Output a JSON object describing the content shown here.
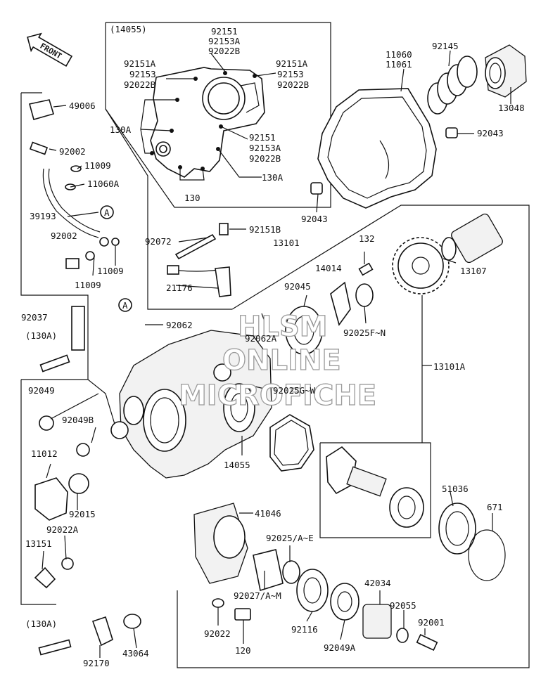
{
  "labels": {
    "l14055a": "(14055)",
    "l92151top": "92151",
    "l92153Atop": "92153A",
    "l92022Btop": "92022B",
    "l92151Aleft": "92151A",
    "l92153left": "92153",
    "l92022Bleft": "92022B",
    "l92151Aright": "92151A",
    "l92153right": "92153",
    "l92022Bright": "92022B",
    "l130A_1": "130A",
    "l92151mid": "92151",
    "l92153Amid": "92153A",
    "l92022Bmid": "92022B",
    "l130A_2": "130A",
    "l130": "130",
    "l11060": "11060",
    "l11061": "11061",
    "l92145": "92145",
    "l13048": "13048",
    "l92043a": "92043",
    "l92043b": "92043",
    "l49006": "49006",
    "l92002a": "92002",
    "l11009a": "11009",
    "l11060A": "11060A",
    "l39193": "39193",
    "l92002b": "92002",
    "l11009b": "11009",
    "l11009c": "11009",
    "l92072": "92072",
    "l92151B": "92151B",
    "l13101": "13101",
    "l132": "132",
    "l13107": "13107",
    "l14014": "14014",
    "l92045": "92045",
    "l21176": "21176",
    "l92025FN": "92025F~N",
    "l92037": "92037",
    "l92062": "92062",
    "l92062A": "92062A",
    "l130Aparen1": "(130A)",
    "l13101A": "13101A",
    "l92049": "92049",
    "l92049B": "92049B",
    "l92025GW": "92025G~W",
    "l11012": "11012",
    "l14055b": "14055",
    "l92015": "92015",
    "l51036": "51036",
    "l671": "671",
    "l41046": "41046",
    "l92022A": "92022A",
    "l13151": "13151",
    "l92025AE": "92025/A~E",
    "l92027AM": "92027/A~M",
    "l42034": "42034",
    "l92055": "92055",
    "l92001": "92001",
    "l130Aparen2": "(130A)",
    "l92022": "92022",
    "l92116": "92116",
    "l92049A": "92049A",
    "l92170": "92170",
    "l43064": "43064",
    "l120": "120"
  },
  "callouts": {
    "A1": "A",
    "A2": "A"
  },
  "front_label": "FRONT",
  "watermark": {
    "line1": "HLSM",
    "line2": "ONLINE",
    "line3": "MICROFICHE"
  }
}
